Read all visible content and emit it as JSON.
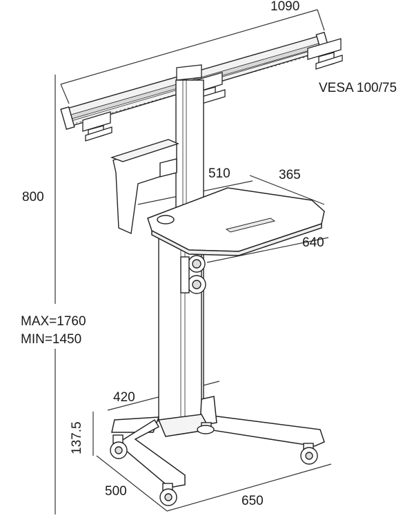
{
  "dimensions": {
    "top_width": "1090",
    "vesa": "VESA 100/75",
    "height_upper": "800",
    "height_max": "MAX=1760",
    "height_min": "MIN=1450",
    "tray_depth": "510",
    "tray_side": "365",
    "tray_width": "640",
    "base_inner": "420",
    "base_height": "137.5",
    "base_depth": "500",
    "base_width": "650"
  },
  "colors": {
    "line": "#222222",
    "dim_line": "#333333",
    "rail": "#e8e8e8",
    "fill": "#ffffff"
  }
}
